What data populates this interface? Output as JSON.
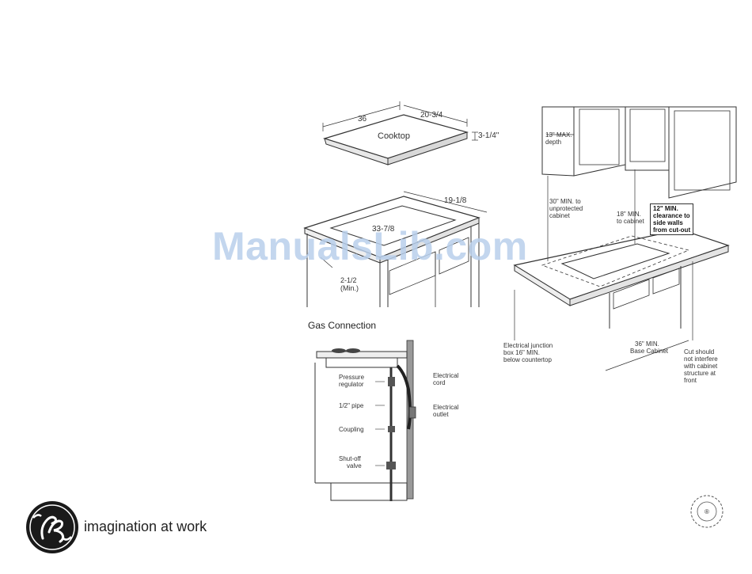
{
  "brand": {
    "logo_letters": "GE",
    "tagline": "imagination at work"
  },
  "watermark": "ManualsLib.com",
  "cooktop_diagram": {
    "dim_depth": "36",
    "dim_width": "20-3/4",
    "dim_height": "3-1/4\"",
    "label": "Cooktop"
  },
  "cutout_diagram": {
    "dim_width": "19-1/8",
    "dim_length": "33-7/8",
    "dim_front_line1": "2-1/2",
    "dim_front_line2": "(Min.)"
  },
  "gas_connection": {
    "title": "Gas Connection",
    "labels": {
      "pressure_line1": "Pressure",
      "pressure_line2": "regulator",
      "pipe": "1/2\" pipe",
      "coupling": "Coupling",
      "shutoff_line1": "Shut-off",
      "shutoff_line2": "valve",
      "cord_line1": "Electrical",
      "cord_line2": "cord",
      "outlet_line1": "Electrical",
      "outlet_line2": "outlet"
    }
  },
  "clearance_diagram": {
    "max_depth_line1": "13\" MAX.",
    "max_depth_line2": "depth",
    "unprotected_line1": "30\" MIN. to",
    "unprotected_line2": "unprotected",
    "unprotected_line3": "cabinet",
    "cabinet_line1": "18\" MIN.",
    "cabinet_line2": "to cabinet",
    "side_line1": "12\" MIN.",
    "side_line2": "clearance to",
    "side_line3": "side walls",
    "side_line4": "from cut-out",
    "junction_line1": "Electrical junction",
    "junction_line2": "box 16\" MIN.",
    "junction_line3": "below countertop",
    "base_line1": "36\" MIN.",
    "base_line2": "Base Cabinet",
    "cut_line1": "Cut should",
    "cut_line2": "not interfere",
    "cut_line3": "with cabinet",
    "cut_line4": "structure at",
    "cut_line5": "front"
  }
}
